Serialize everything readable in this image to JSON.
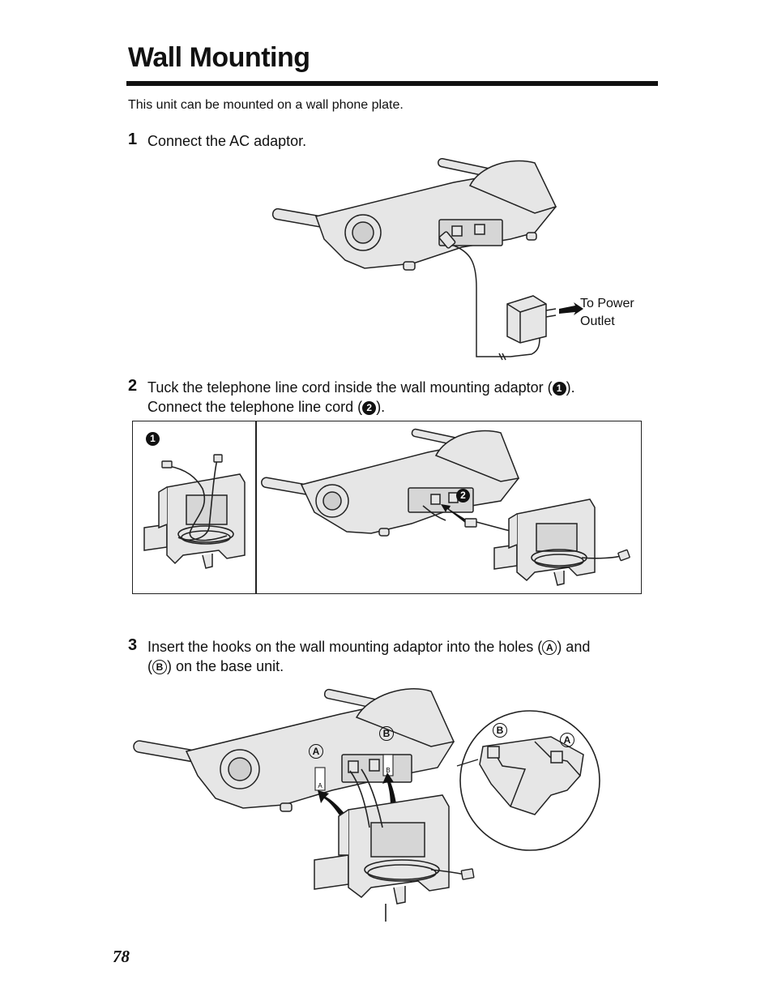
{
  "page": {
    "title": "Wall Mounting",
    "intro": "This unit can be mounted on a wall phone plate.",
    "page_number": "78"
  },
  "steps": [
    {
      "number": "1",
      "text": "Connect the AC adaptor."
    },
    {
      "number": "2",
      "line1_before": "Tuck the telephone line cord inside the wall mounting adaptor (",
      "marker1": "1",
      "line1_after": ").",
      "line2_before": "Connect the telephone line cord (",
      "marker2": "2",
      "line2_after": ")."
    },
    {
      "number": "3",
      "line1_before": "Insert the hooks on the wall mounting adaptor into the holes (",
      "marker_a": "A",
      "line1_after": ") and",
      "line2_before": "(",
      "marker_b": "B",
      "line2_after": ") on the base unit."
    }
  ],
  "figure1": {
    "label_line1": "To Power",
    "label_line2": "Outlet"
  },
  "figure2": {
    "marker_left": "1",
    "marker_right": "2"
  },
  "figure3": {
    "marker_a": "A",
    "marker_b": "B",
    "hook_a": "A",
    "hook_b": "B"
  },
  "colors": {
    "device_fill": "#e6e6e6",
    "stroke": "#222222"
  }
}
